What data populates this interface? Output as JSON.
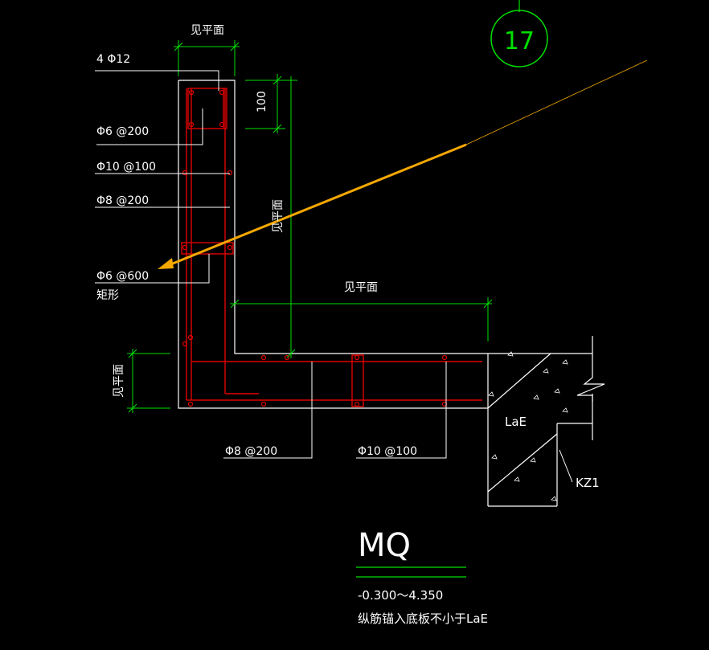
{
  "colors": {
    "background": "#000000",
    "concrete_outline": "#ffffff",
    "rebar": "#e00000",
    "dimension": "#00e000",
    "leader": "#ffffff",
    "arrow": "#f5a800",
    "axis_circle": "#00e000"
  },
  "axis": {
    "number": "17"
  },
  "labels": {
    "top_dim": "见平面",
    "rebar_top": "4 Φ12",
    "dim_100": "100",
    "stirrup_top": "Φ6 @200",
    "rebar_10_100": "Φ10 @100",
    "rebar_8_200": "Φ8 @200",
    "right_dim_vertical": "见平面",
    "tie": "Φ6 @600",
    "tie_shape": "矩形",
    "horizontal_dim": "见平面",
    "left_dim_vertical": "见平面",
    "bottom_rebar_8_200": "Φ8 @200",
    "bottom_rebar_10_100": "Φ10 @100",
    "lae": "LaE",
    "column": "KZ1"
  },
  "title_block": {
    "name": "MQ",
    "elevation": "-0.300～4.350",
    "note": "纵筋锚入底板不小于LaE"
  }
}
